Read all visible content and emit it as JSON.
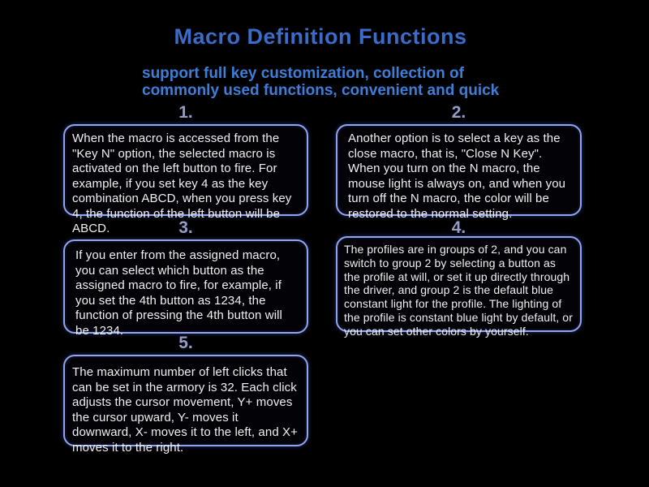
{
  "page": {
    "background_color": "#000000",
    "title": "Macro Definition Functions",
    "subtitle_line1": "support full key customization, collection of",
    "subtitle_line2": "commonly used functions, convenient and quick",
    "colors": {
      "title_blue": "#3b6cc9",
      "subtitle_blue": "#3e7ed8",
      "number_slate": "#949cc9",
      "box_border_blue": "#92a4ee",
      "body_text": "#f1f1f3"
    }
  },
  "sections": [
    {
      "number": "1.",
      "text": "When the macro is accessed from the \"Key N\" option, the selected macro is activated on the left button to fire. For example, if you set key 4 as the key combination ABCD, when you press key 4, the function of the left button will be ABCD."
    },
    {
      "number": "2.",
      "text": "Another option is to select a key as the close macro, that is, \"Close N Key\". When you turn on the N macro, the mouse light is always on, and when you turn off the N macro, the color will be restored to the normal setting."
    },
    {
      "number": "3.",
      "text": "If you enter from the assigned macro, you can select which button as the assigned macro to fire, for example, if you set the 4th button as 1234, the function of pressing the 4th button will be 1234."
    },
    {
      "number": "4.",
      "text": "The profiles are in groups of 2, and you can switch to group 2 by selecting a button as the profile at will, or set it up directly through the driver, and group 2 is the default blue constant light for the profile. The lighting of the profile is constant blue light by default, or you can set other colors by yourself."
    },
    {
      "number": "5.",
      "text": "The maximum number of left clicks that can be set in the armory is 32. Each click adjusts the cursor movement, Y+ moves the cursor upward, Y- moves it downward, X- moves it to the left, and X+ moves it to the right."
    }
  ]
}
